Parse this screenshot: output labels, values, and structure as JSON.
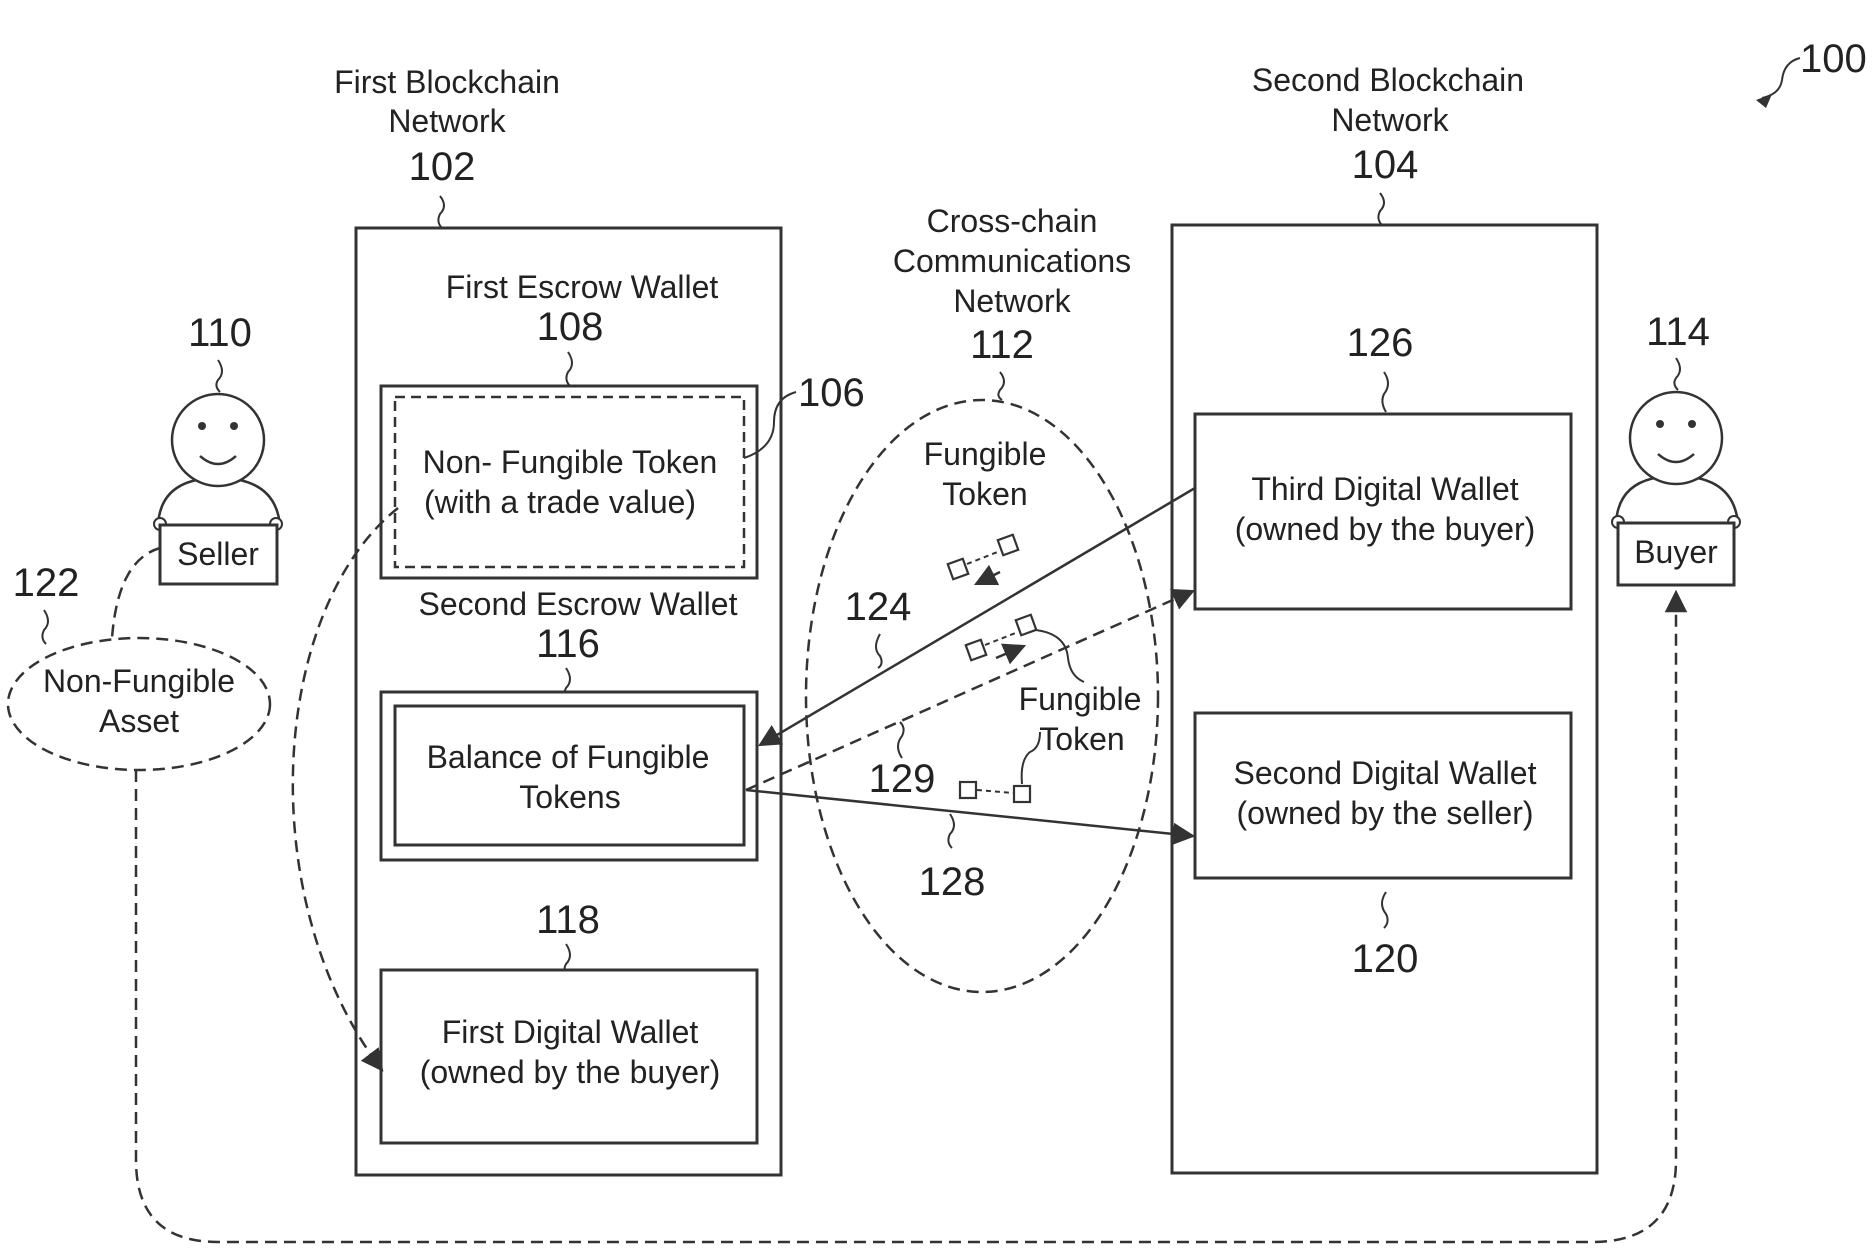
{
  "figure_ref": "100",
  "first_network": {
    "line1": "First Blockchain",
    "line2": "Network",
    "ref": "102"
  },
  "second_network": {
    "line1": "Second Blockchain",
    "line2": "Network",
    "ref": "104"
  },
  "cross_chain": {
    "line1": "Cross-chain",
    "line2": "Communications",
    "line3": "Network",
    "ref": "112"
  },
  "seller": {
    "label": "Seller",
    "ref": "110"
  },
  "buyer": {
    "label": "Buyer",
    "ref": "114"
  },
  "nf_asset": {
    "line1": "Non-Fungible",
    "line2": "Asset",
    "ref": "122"
  },
  "first_escrow": {
    "title": "First Escrow Wallet",
    "ref": "108",
    "line1": "Non- Fungible Token",
    "line2": "(with a trade value)",
    "nft_ref": "106"
  },
  "second_escrow": {
    "title": "Second Escrow Wallet",
    "ref": "116",
    "line1": "Balance of Fungible",
    "line2": "Tokens"
  },
  "first_digital_wallet": {
    "ref": "118",
    "line1": "First Digital Wallet",
    "line2": "(owned by the buyer)"
  },
  "third_digital_wallet": {
    "ref": "126",
    "line1": "Third Digital Wallet",
    "line2": "(owned by the buyer)"
  },
  "second_digital_wallet": {
    "ref": "120",
    "line1": "Second Digital Wallet",
    "line2": "(owned by the seller)"
  },
  "fungible_token_top": {
    "line1": "Fungible",
    "line2": "Token"
  },
  "fungible_token_mid": {
    "line1": "Fungible",
    "line2": "Token"
  },
  "flows": {
    "ref_124": "124",
    "ref_128": "128",
    "ref_129": "129"
  }
}
